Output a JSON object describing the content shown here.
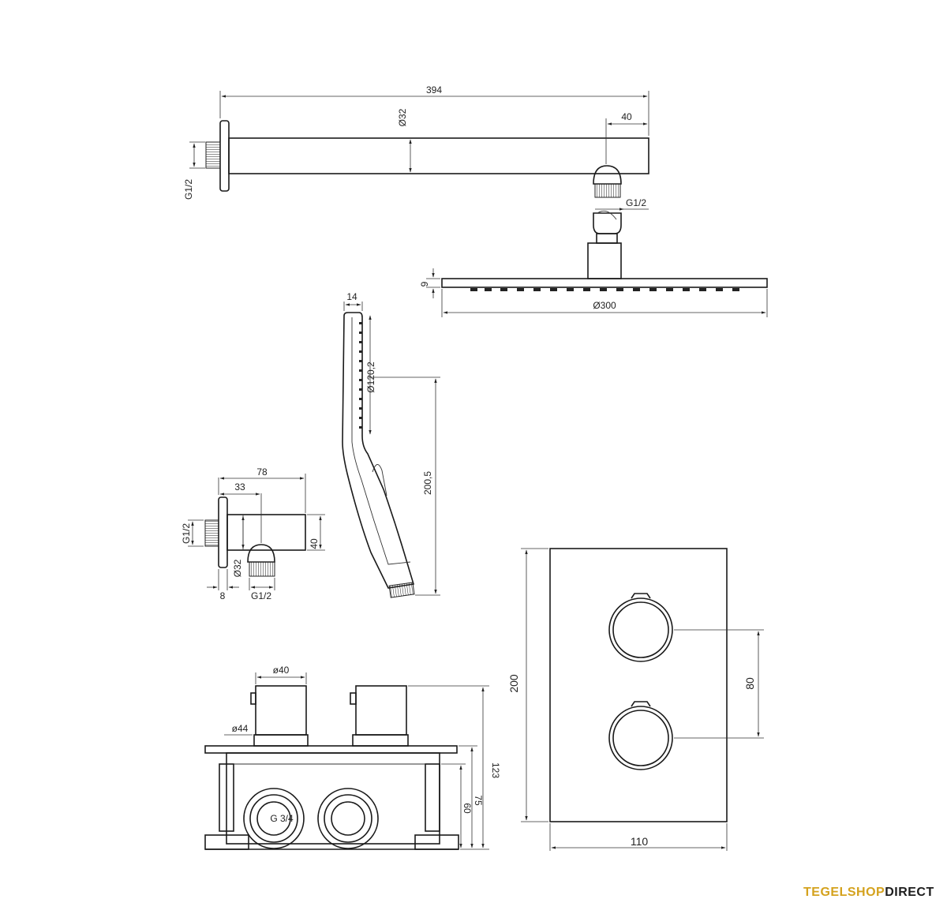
{
  "shower_arm": {
    "length": "394",
    "tube_diameter": "Ø32",
    "outlet_offset": "40",
    "wall_thread": "G1/2",
    "outlet_thread": "G1/2"
  },
  "rain_head": {
    "thickness": "9",
    "diameter": "Ø300"
  },
  "hand_shower": {
    "head_width": "14",
    "head_diameter": "Ø120,2",
    "length": "200,5"
  },
  "wall_outlet": {
    "depth": "78",
    "outlet_offset": "33",
    "height": "40",
    "diameter": "Ø32",
    "wall_thread": "G1/2",
    "flange": "8",
    "outlet_thread": "G1/2"
  },
  "thermostat_body": {
    "knob_diameter": "ø40",
    "rosette_diameter": "ø44",
    "connection": "G 3/4",
    "total_depth": "123",
    "box_depth_75": "75",
    "box_depth_60": "60"
  },
  "thermostat_plate": {
    "height": "200",
    "width": "110",
    "knob_spacing": "80"
  },
  "brand": {
    "part1": "TEGELSHOP",
    "part2": "DIRECT"
  }
}
